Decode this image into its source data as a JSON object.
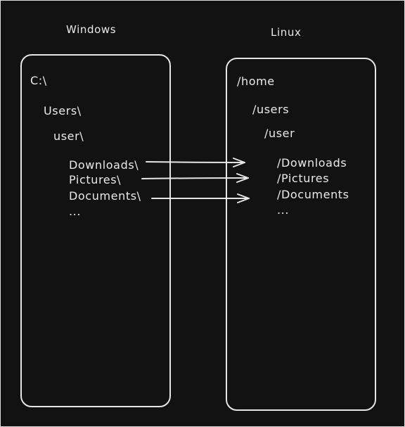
{
  "windows": {
    "title": "Windows",
    "drive": "C:\\",
    "users": "Users\\",
    "user": "user\\",
    "folders": [
      "Downloads\\",
      "Pictures\\",
      "Documents\\"
    ],
    "ellipsis": "..."
  },
  "linux": {
    "title": "Linux",
    "home": "/home",
    "users": "/users",
    "user": "/user",
    "folders": [
      "/Downloads",
      "/Pictures",
      "/Documents"
    ],
    "ellipsis": "..."
  },
  "colors": {
    "background": "#121212",
    "stroke": "#e6e6e6",
    "text": "#eaeaea"
  }
}
